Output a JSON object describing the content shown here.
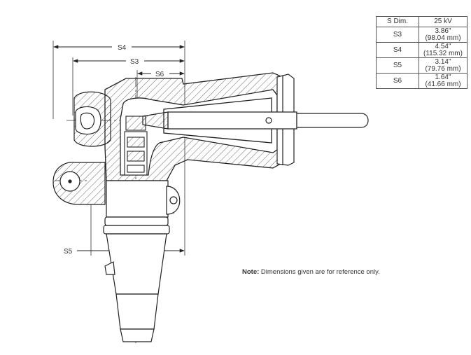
{
  "dimension_table": {
    "header": [
      "S Dim.",
      "25 kV"
    ],
    "rows": [
      {
        "dim": "S3",
        "inch": "3.86\"",
        "mm": "(98.04 mm)"
      },
      {
        "dim": "S4",
        "inch": "4.54\"",
        "mm": "(115.32 mm)"
      },
      {
        "dim": "S5",
        "inch": "3.14\"",
        "mm": "(79.76 mm)"
      },
      {
        "dim": "S6",
        "inch": "1.64\"",
        "mm": "(41.66 mm)"
      }
    ]
  },
  "labels": {
    "s4": "S4",
    "s3": "S3",
    "s6": "S6",
    "s5": "S5"
  },
  "note": {
    "bold": "Note:",
    "text": " Dimensions given are for reference only."
  }
}
